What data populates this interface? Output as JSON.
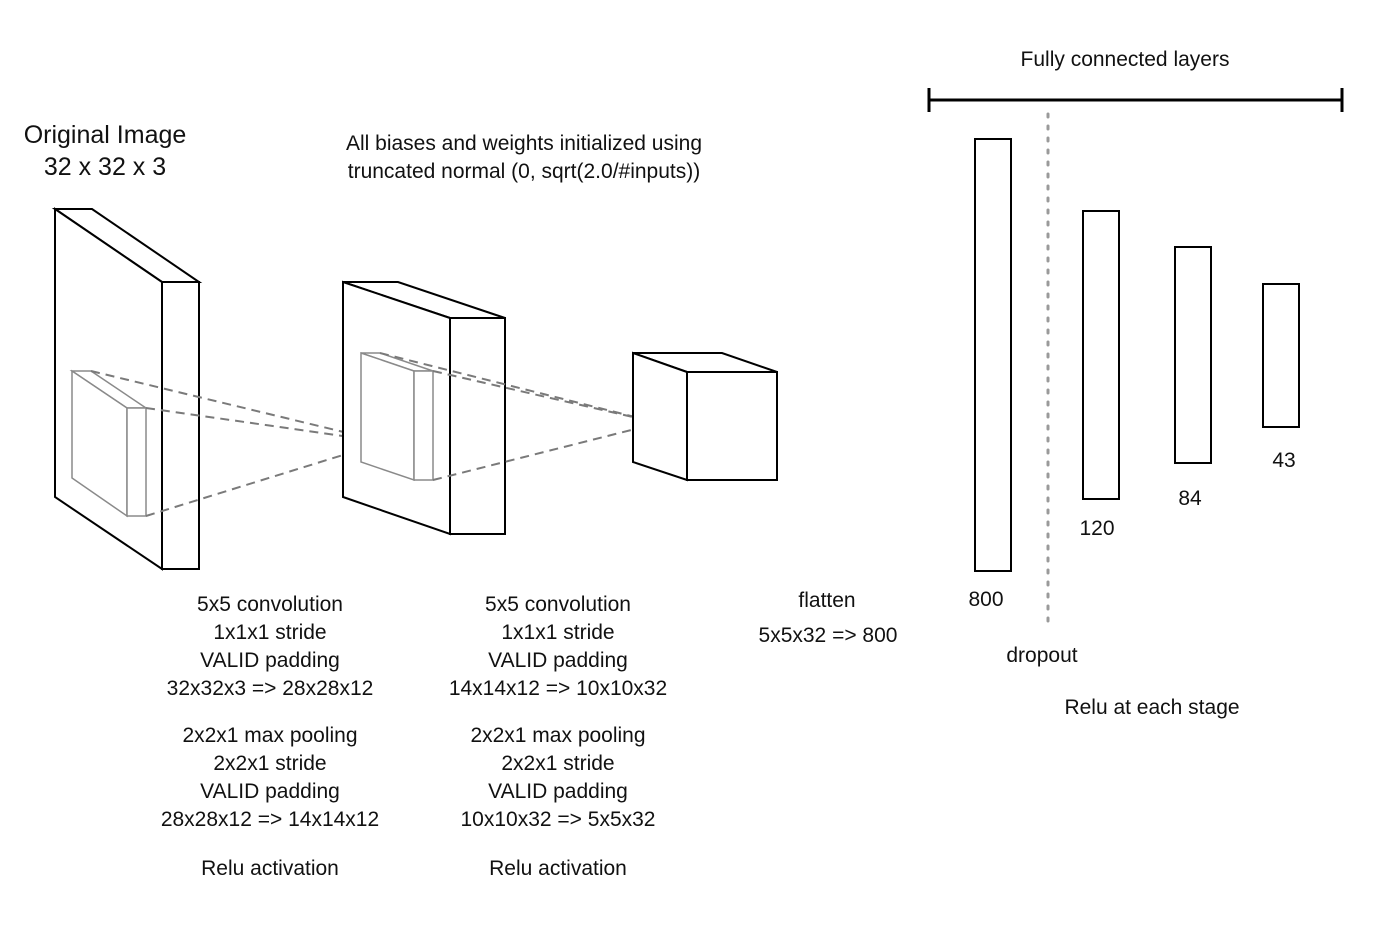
{
  "input_image": {
    "title": "Original Image",
    "dims": "32 x 32 x 3"
  },
  "init_note": {
    "line1": "All biases and weights initialized using",
    "line2": "truncated normal (0, sqrt(2.0/#inputs))"
  },
  "conv_stage_1": {
    "conv": "5x5 convolution",
    "conv_stride": "1x1x1 stride",
    "conv_padding": "VALID padding",
    "conv_shape": "32x32x3 => 28x28x12",
    "pool": "2x2x1 max pooling",
    "pool_stride": "2x2x1 stride",
    "pool_padding": "VALID padding",
    "pool_shape": "28x28x12 => 14x14x12",
    "activation": "Relu activation"
  },
  "conv_stage_2": {
    "conv": "5x5 convolution",
    "conv_stride": "1x1x1 stride",
    "conv_padding": "VALID padding",
    "conv_shape": "14x14x12 => 10x10x32",
    "pool": "2x2x1 max pooling",
    "pool_stride": "2x2x1 stride",
    "pool_padding": "VALID padding",
    "pool_shape": "10x10x32 => 5x5x32",
    "activation": "Relu activation"
  },
  "flatten": {
    "label": "flatten",
    "shape": "5x5x32 => 800"
  },
  "fully_connected": {
    "title": "Fully connected layers",
    "layers": [
      "800",
      "120",
      "84",
      "43"
    ],
    "dropout": "dropout",
    "activation_note": "Relu at each stage"
  }
}
